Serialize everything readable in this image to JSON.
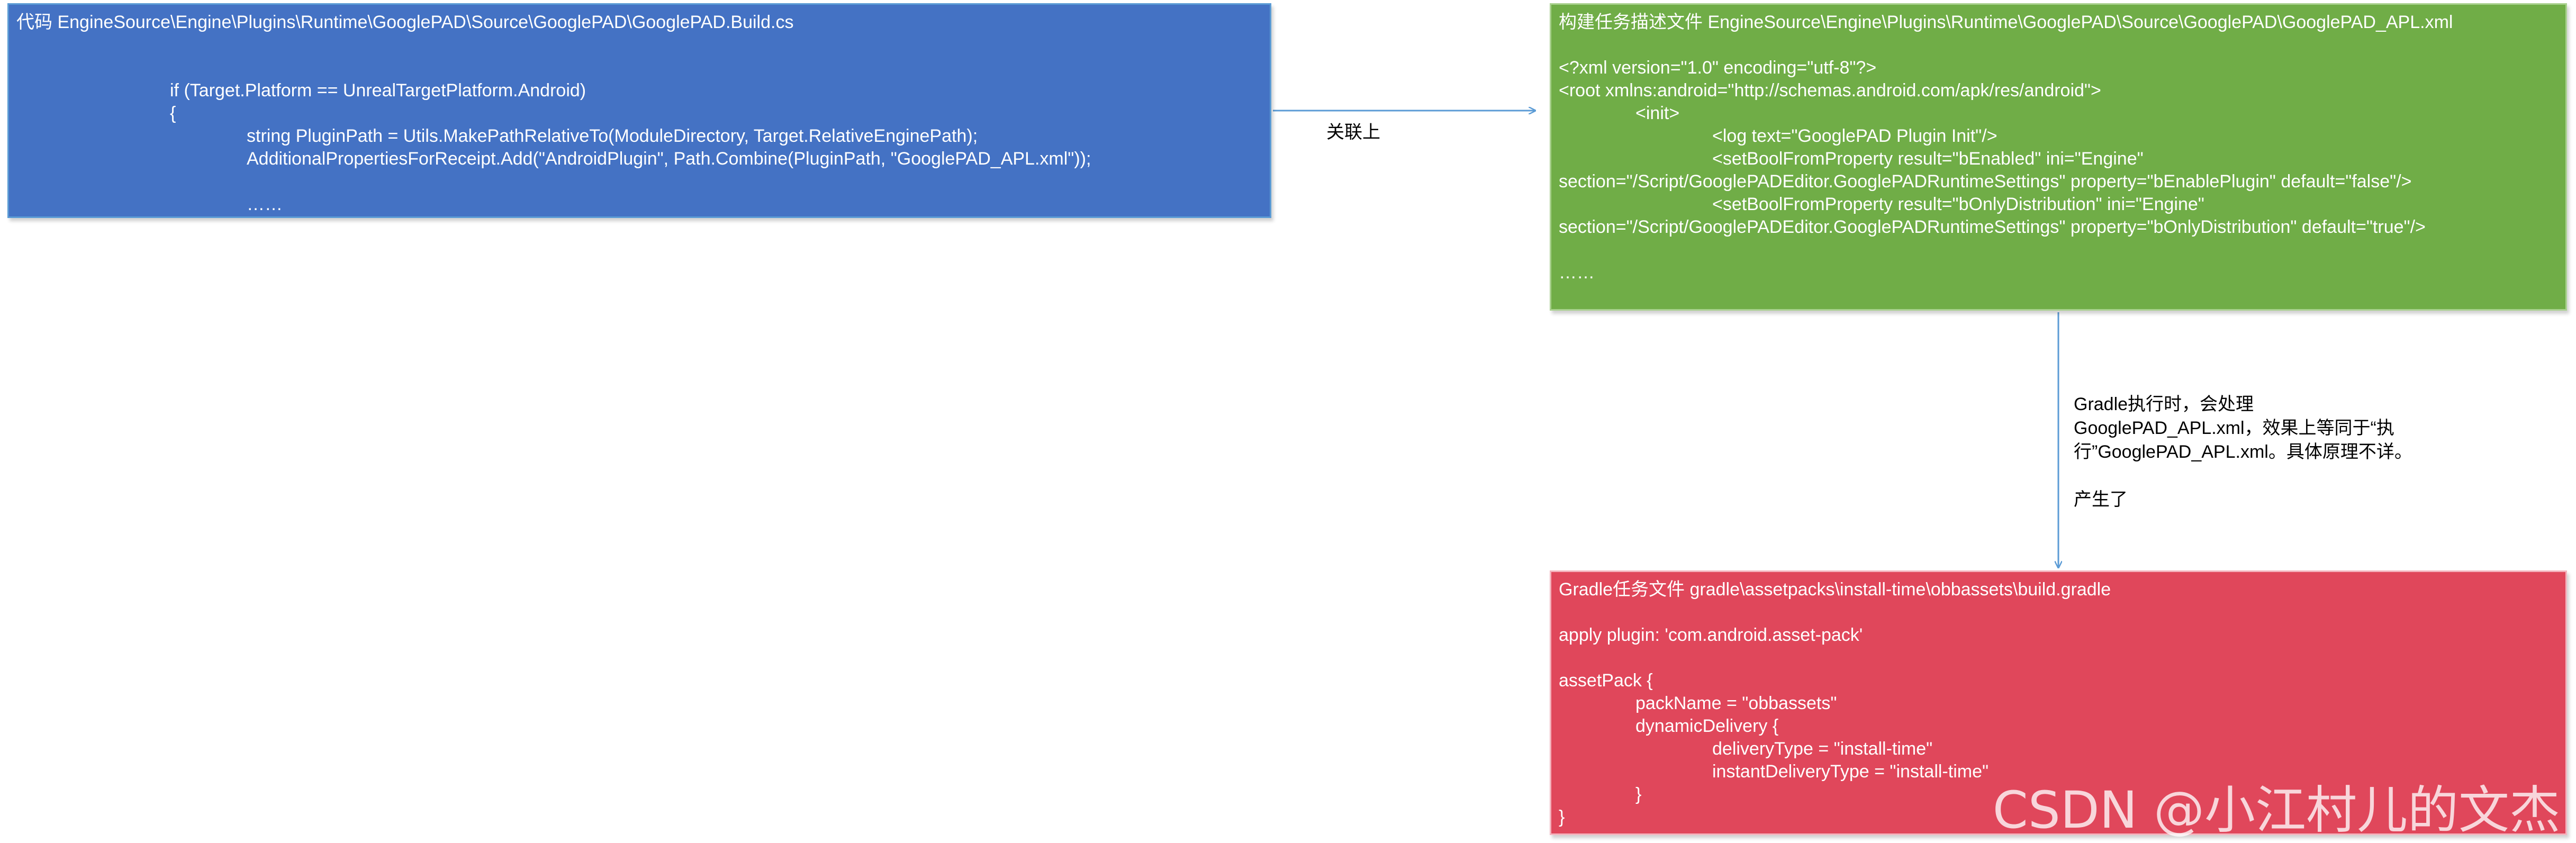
{
  "code_box": {
    "title": "代码 EngineSource\\Engine\\Plugins\\Runtime\\GooglePAD\\Source\\GooglePAD\\GooglePAD.Build.cs",
    "lines": [
      "",
      "",
      "if (Target.Platform == UnrealTargetPlatform.Android)",
      "{",
      "string PluginPath = Utils.MakePathRelativeTo(ModuleDirectory, Target.RelativeEnginePath);",
      "AdditionalPropertiesForReceipt.Add(\"AndroidPlugin\", Path.Combine(PluginPath, \"GooglePAD_APL.xml\"));",
      "",
      "……"
    ]
  },
  "link_label": "关联上",
  "apl_box": {
    "title": "构建任务描述文件 EngineSource\\Engine\\Plugins\\Runtime\\GooglePAD\\Source\\GooglePAD\\GooglePAD_APL.xml",
    "lines": [
      "",
      "<?xml version=\"1.0\" encoding=\"utf-8\"?>",
      "<root xmlns:android=\"http://schemas.android.com/apk/res/android\">",
      "<init>",
      "<log text=\"GooglePAD Plugin Init\"/>",
      "<setBoolFromProperty result=\"bEnabled\" ini=\"Engine\"",
      "section=\"/Script/GooglePADEditor.GooglePADRuntimeSettings\" property=\"bEnablePlugin\" default=\"false\"/>",
      "<setBoolFromProperty result=\"bOnlyDistribution\" ini=\"Engine\"",
      "section=\"/Script/GooglePADEditor.GooglePADRuntimeSettings\" property=\"bOnlyDistribution\" default=\"true\"/>",
      "",
      "……"
    ]
  },
  "gradle_note": {
    "lines": [
      "Gradle执行时，会处理",
      "GooglePAD_APL.xml，效果上等同于“执",
      "行”GooglePAD_APL.xml。具体原理不详。",
      "",
      "产生了"
    ]
  },
  "gradle_box": {
    "title": "Gradle任务文件 gradle\\assetpacks\\install-time\\obbassets\\build.gradle",
    "lines": [
      "",
      "apply plugin: 'com.android.asset-pack'",
      "",
      "assetPack {",
      "packName = \"obbassets\"",
      "dynamicDelivery {",
      "deliveryType = \"install-time\"",
      "instantDeliveryType = \"install-time\"",
      "}",
      "}"
    ]
  },
  "watermark": "CSDN @小江村儿的文杰",
  "colors": {
    "code_box": "#4472c4",
    "apl_box": "#70ad47",
    "gradle_box": "#e0475b",
    "arrow": "#5b9bd5"
  }
}
